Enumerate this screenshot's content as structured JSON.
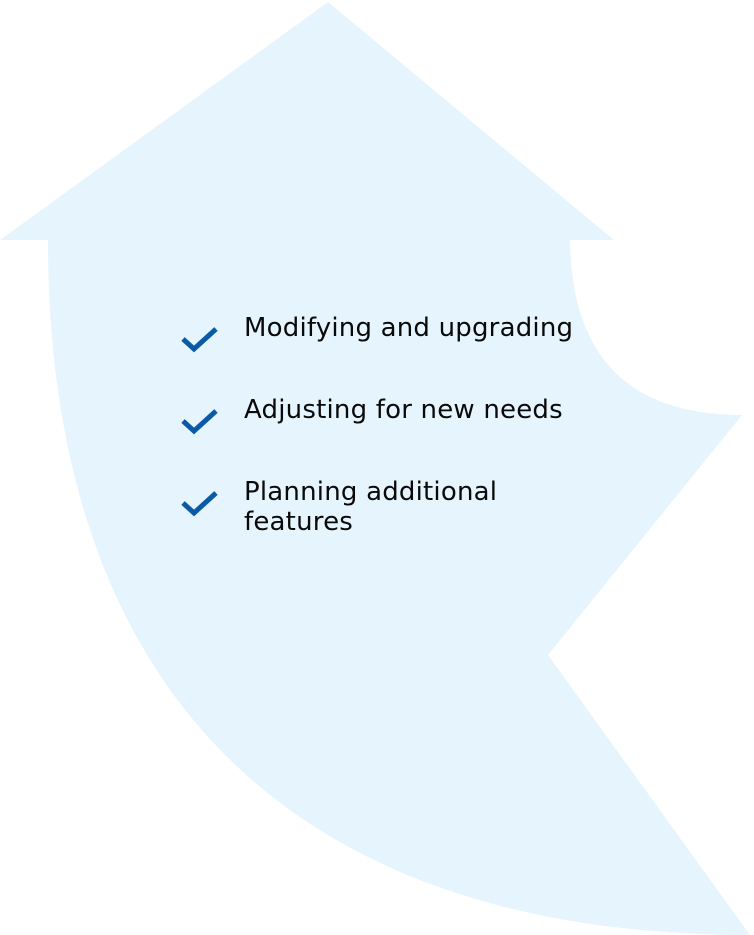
{
  "colors": {
    "arrow_fill": "#e6f5fd",
    "check": "#0b5aa6",
    "text": "#0a0a0a"
  },
  "items": [
    {
      "icon": "check-icon",
      "label": "Modifying and upgrading"
    },
    {
      "icon": "check-icon",
      "label": "Adjusting for new needs"
    },
    {
      "icon": "check-icon",
      "label": "Planning additional features"
    }
  ]
}
